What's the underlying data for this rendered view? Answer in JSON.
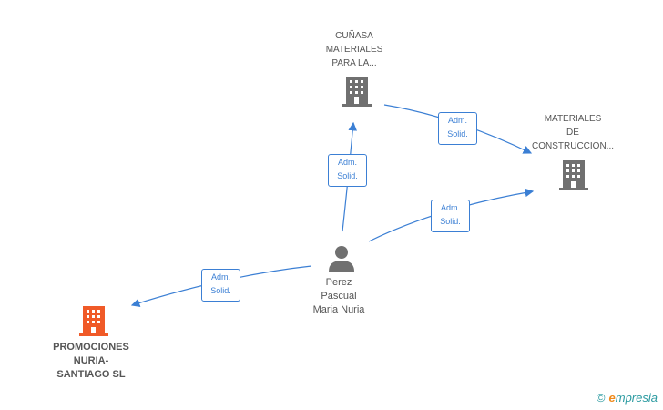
{
  "nodes": {
    "cunasa": {
      "label": "CUÑASA\nMATERIALES\nPARA LA...",
      "icon": "building-icon",
      "color": "#707070"
    },
    "materiales": {
      "label": "MATERIALES\nDE\nCONSTRUCCION...",
      "icon": "building-icon",
      "color": "#707070"
    },
    "promociones": {
      "label": "PROMOCIONES\nNURIA-\nSANTIAGO SL",
      "icon": "building-icon",
      "color": "#f05a28"
    },
    "person": {
      "label": "Perez\nPascual\nMaria Nuria",
      "icon": "person-icon",
      "color": "#707070"
    }
  },
  "edges": [
    {
      "from": "person",
      "to": "cunasa",
      "label": "Adm.\nSolid."
    },
    {
      "from": "cunasa",
      "to": "materiales",
      "label": "Adm.\nSolid."
    },
    {
      "from": "person",
      "to": "materiales",
      "label": "Adm.\nSolid."
    },
    {
      "from": "person",
      "to": "promociones",
      "label": "Adm.\nSolid."
    }
  ],
  "colors": {
    "edge": "#3b7fd4",
    "brand": "#2a9aa0",
    "brand_accent": "#f08a1c"
  },
  "brand": {
    "copyright": "©",
    "initial": "e",
    "rest": "mpresia"
  }
}
